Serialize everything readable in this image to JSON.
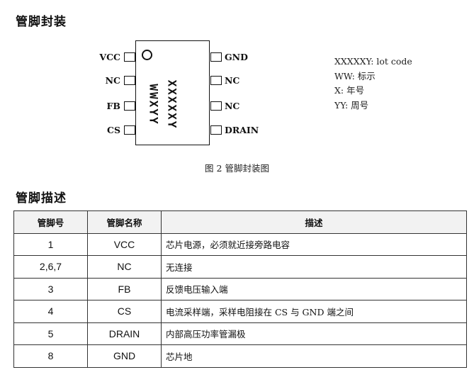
{
  "package_section": {
    "title": "管脚封装"
  },
  "chip": {
    "marking_line1": "WWXYY",
    "marking_line2": "XXXXXY",
    "left_pins": [
      "VCC",
      "NC",
      "FB",
      "CS"
    ],
    "right_pins": [
      "GND",
      "NC",
      "NC",
      "DRAIN"
    ]
  },
  "legend": [
    "XXXXXY: lot code",
    "WW: 标示",
    "X: 年号",
    "YY: 周号"
  ],
  "figure_caption": "图 2  管脚封装图",
  "description_section": {
    "title": "管脚描述"
  },
  "table": {
    "headers": [
      "管脚号",
      "管脚名称",
      "描述"
    ],
    "rows": [
      {
        "pin": "1",
        "name": "VCC",
        "desc": "芯片电源，必须就近接旁路电容"
      },
      {
        "pin": "2,6,7",
        "name": "NC",
        "desc": "无连接"
      },
      {
        "pin": "3",
        "name": "FB",
        "desc": "反馈电压输入端"
      },
      {
        "pin": "4",
        "name": "CS",
        "desc": "电流采样端，采样电阻接在 CS 与 GND 端之间"
      },
      {
        "pin": "5",
        "name": "DRAIN",
        "desc": "内部高压功率管漏极"
      },
      {
        "pin": "8",
        "name": "GND",
        "desc": "芯片地"
      }
    ]
  }
}
